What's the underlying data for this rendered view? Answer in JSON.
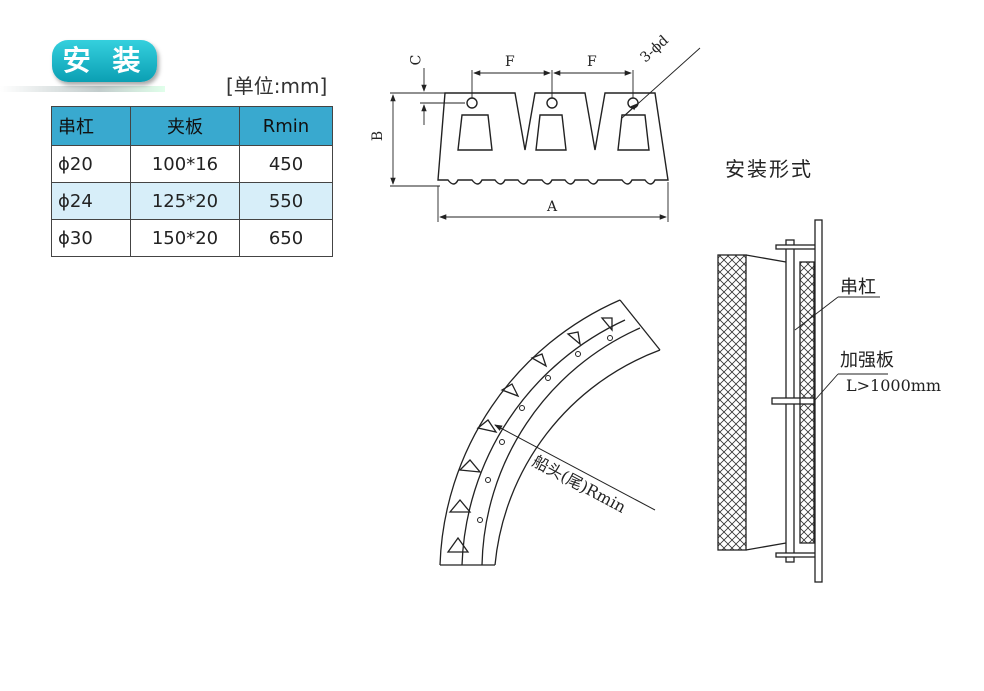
{
  "header": {
    "title": "安 装",
    "unit": "[单位:mm]"
  },
  "table": {
    "columns": [
      "串杠",
      "夹板",
      "Rmin"
    ],
    "rows": [
      [
        "ϕ20",
        "100*16",
        "450"
      ],
      [
        "ϕ24",
        "125*20",
        "550"
      ],
      [
        "ϕ30",
        "150*20",
        "650"
      ]
    ]
  },
  "dimensions": {
    "c": "C",
    "b": "B",
    "f1": "F",
    "f2": "F",
    "a": "A",
    "holes": "3-ϕd"
  },
  "arc": {
    "label": "船头(尾)Rmin"
  },
  "install": {
    "title": "安装形式",
    "bar_label": "串杠",
    "plate_label": "加强板",
    "length_label": "L>1000mm"
  }
}
